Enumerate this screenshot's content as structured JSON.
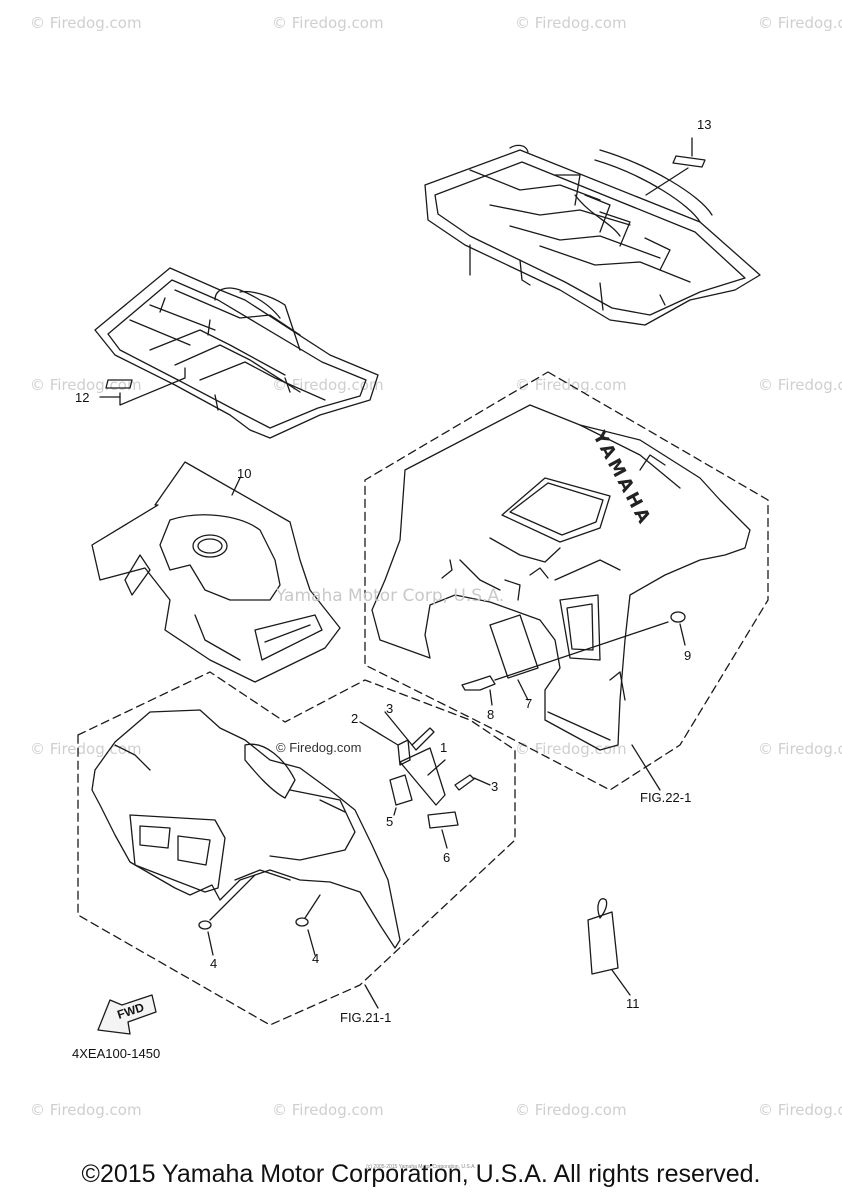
{
  "watermarks": {
    "text": "© Firedog.com"
  },
  "center_watermark": "Yamaha Motor Corp, U.S.A.",
  "center_watermark_2": "© Firedog.com",
  "callouts": [
    "1",
    "2",
    "3",
    "3",
    "4",
    "4",
    "5",
    "6",
    "7",
    "8",
    "9",
    "10",
    "11",
    "12",
    "13"
  ],
  "figure_refs": {
    "fig21": "FIG.21-1",
    "fig22": "FIG.22-1"
  },
  "direction_label": "FWD",
  "fender_brand": "YAMAHA",
  "diagram_code": "4XEA100-1450",
  "footer": {
    "copyright": "©2015 Yamaha Motor Corporation, U.S.A. All rights reserved.",
    "fine_print": "(c) 2005-2015 Yamaha Motor Corporation, U.S.A."
  }
}
